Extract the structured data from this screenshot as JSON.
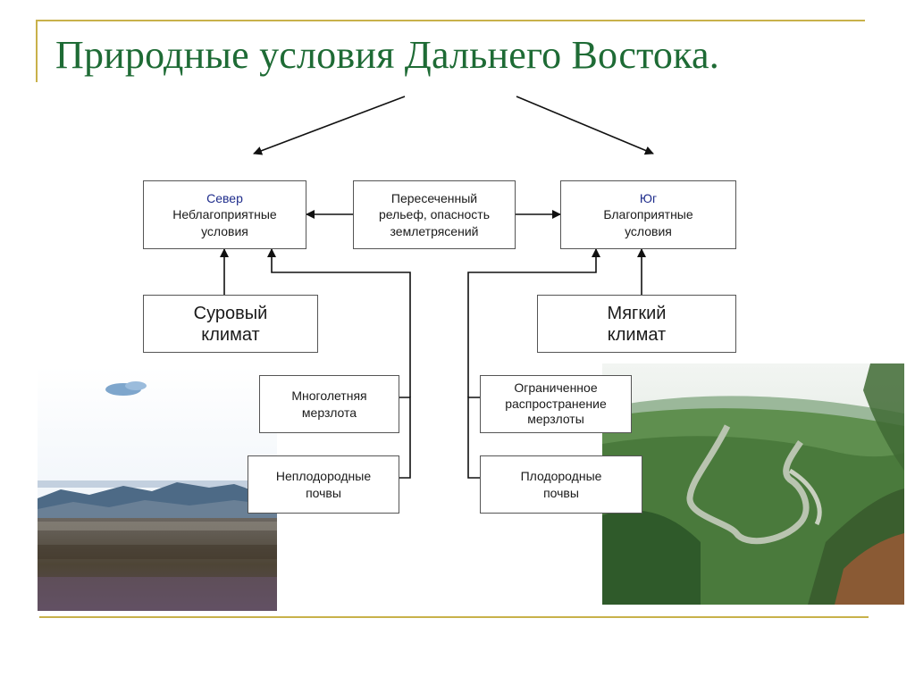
{
  "title": "Природные условия Дальнего Востока.",
  "colors": {
    "title": "#1e6b35",
    "accent_text": "#1f2d8c",
    "decor_lines": "#c8b14a",
    "box_border": "#555555"
  },
  "diagram": {
    "north": {
      "heading": "Север",
      "line1": "Неблагоприятные",
      "line2": "условия"
    },
    "center": {
      "line1": "Пересеченный",
      "line2": "рельеф, опасность",
      "line3": "землетрясений"
    },
    "south": {
      "heading": "Юг",
      "line1": "Благоприятные",
      "line2": "условия"
    },
    "harsh_climate": {
      "line1": "Суровый",
      "line2": "климат"
    },
    "mild_climate": {
      "line1": "Мягкий",
      "line2": "климат"
    },
    "permafrost": {
      "line1": "Многолетняя",
      "line2": "мерзлота"
    },
    "limited_permafrost": {
      "line1": "Ограниченное",
      "line2": "распространение",
      "line3": "мерзлоты"
    },
    "infertile_soils": {
      "line1": "Неплодородные",
      "line2": "почвы"
    },
    "fertile_soils": {
      "line1": "Плодородные",
      "line2": "почвы"
    }
  },
  "images": {
    "north_photo": "tundra-landscape-photo",
    "south_photo": "forested-river-valley-photo"
  }
}
